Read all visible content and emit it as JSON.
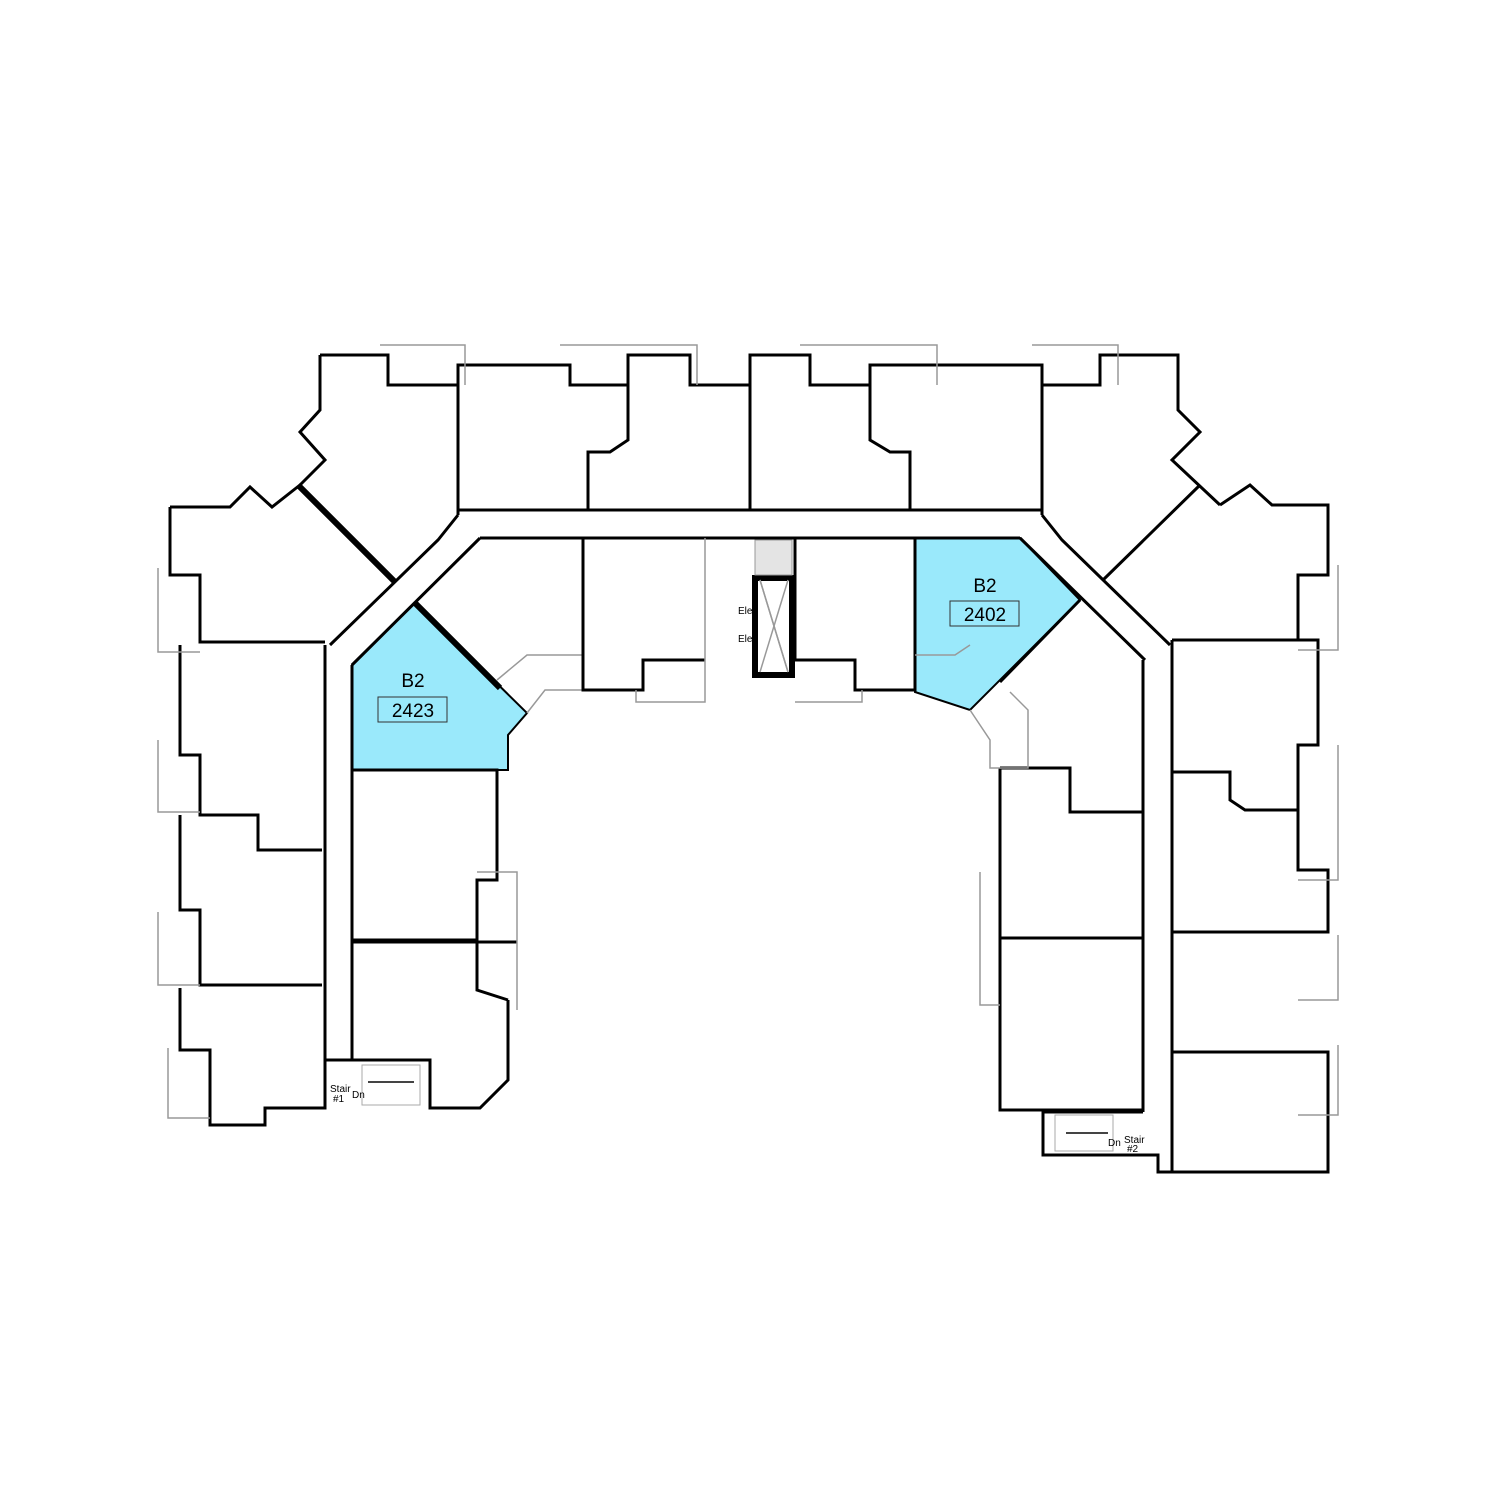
{
  "floorplan": {
    "highlight_color": "#9ae9fb",
    "units": [
      {
        "type": "B2",
        "number": "2423"
      },
      {
        "type": "B2",
        "number": "2402"
      }
    ],
    "elevators": [
      "Elev",
      "Elev"
    ],
    "stairs": [
      {
        "label": "Stair",
        "number": "#1",
        "direction": "Dn"
      },
      {
        "label": "Stair",
        "number": "#2",
        "direction": "Dn"
      }
    ]
  }
}
